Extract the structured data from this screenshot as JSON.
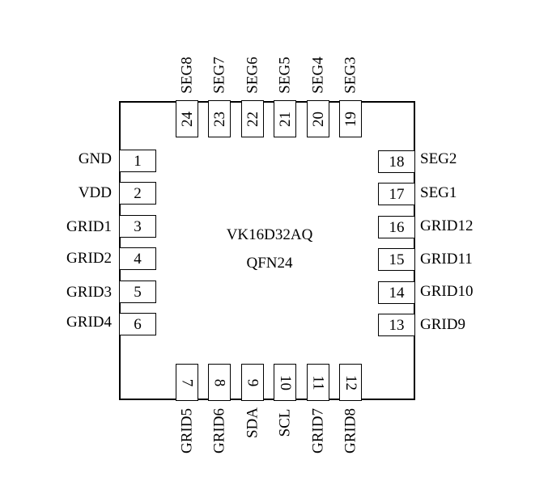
{
  "chip": {
    "part_number": "VK16D32AQ",
    "package": "QFN24"
  },
  "pins": {
    "left": [
      {
        "num": "1",
        "name": "GND"
      },
      {
        "num": "2",
        "name": "VDD"
      },
      {
        "num": "3",
        "name": "GRID1"
      },
      {
        "num": "4",
        "name": "GRID2"
      },
      {
        "num": "5",
        "name": "GRID3"
      },
      {
        "num": "6",
        "name": "GRID4"
      }
    ],
    "bottom": [
      {
        "num": "7",
        "name": "GRID5"
      },
      {
        "num": "8",
        "name": "GRID6"
      },
      {
        "num": "9",
        "name": "SDA"
      },
      {
        "num": "10",
        "name": "SCL"
      },
      {
        "num": "11",
        "name": "GRID7"
      },
      {
        "num": "12",
        "name": "GRID8"
      }
    ],
    "right": [
      {
        "num": "13",
        "name": "GRID9"
      },
      {
        "num": "14",
        "name": "GRID10"
      },
      {
        "num": "15",
        "name": "GRID11"
      },
      {
        "num": "16",
        "name": "GRID12"
      },
      {
        "num": "17",
        "name": "SEG1"
      },
      {
        "num": "18",
        "name": "SEG2"
      }
    ],
    "top": [
      {
        "num": "19",
        "name": "SEG3"
      },
      {
        "num": "20",
        "name": "SEG4"
      },
      {
        "num": "21",
        "name": "SEG5"
      },
      {
        "num": "22",
        "name": "SEG6"
      },
      {
        "num": "23",
        "name": "SEG7"
      },
      {
        "num": "24",
        "name": "SEG8"
      }
    ]
  }
}
